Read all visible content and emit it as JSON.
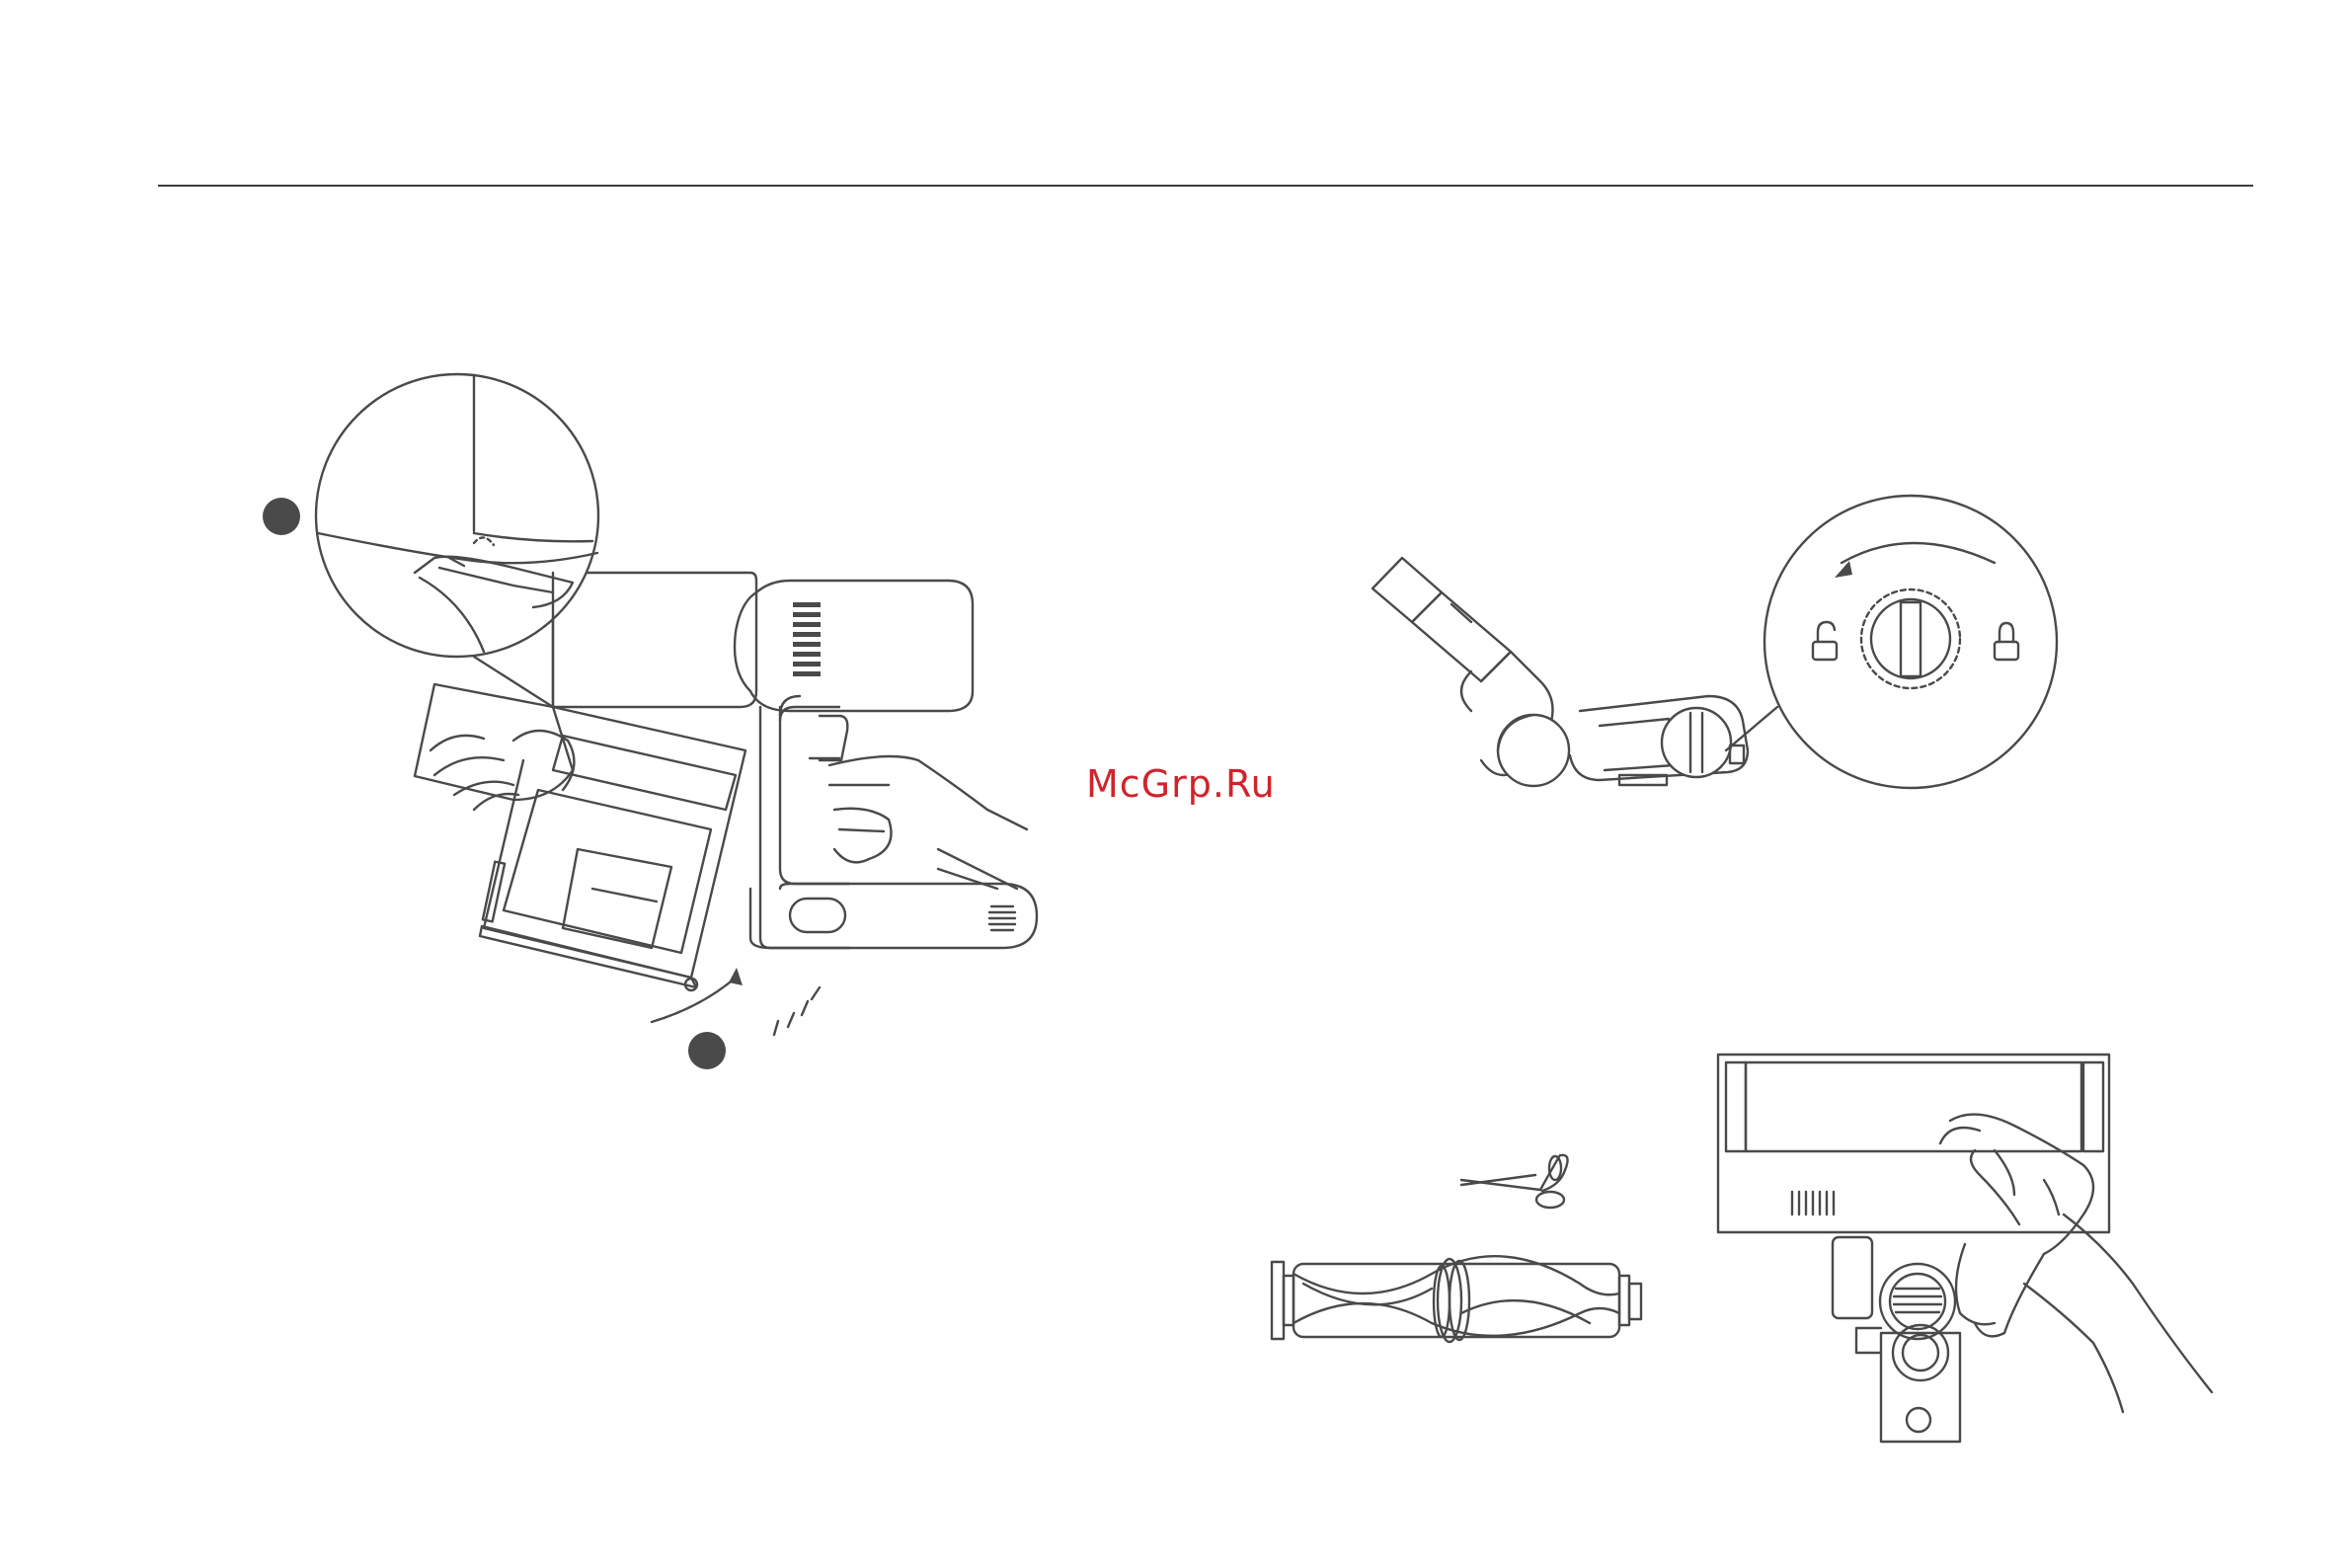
{
  "watermark": {
    "text": "McGrp.Ru",
    "color": "#d0242c"
  },
  "colors": {
    "line": "#4a4a4a",
    "rule": "#3d3d3d",
    "background": "#ffffff"
  },
  "illustrations": [
    "dust-bin-removal-illustration",
    "brush-head-lock-illustration",
    "brush-roll-cleaning-illustration",
    "brush-head-wiping-illustration"
  ],
  "icons": [
    "unlock-icon",
    "lock-icon",
    "scissors-icon",
    "step-marker-icon"
  ]
}
